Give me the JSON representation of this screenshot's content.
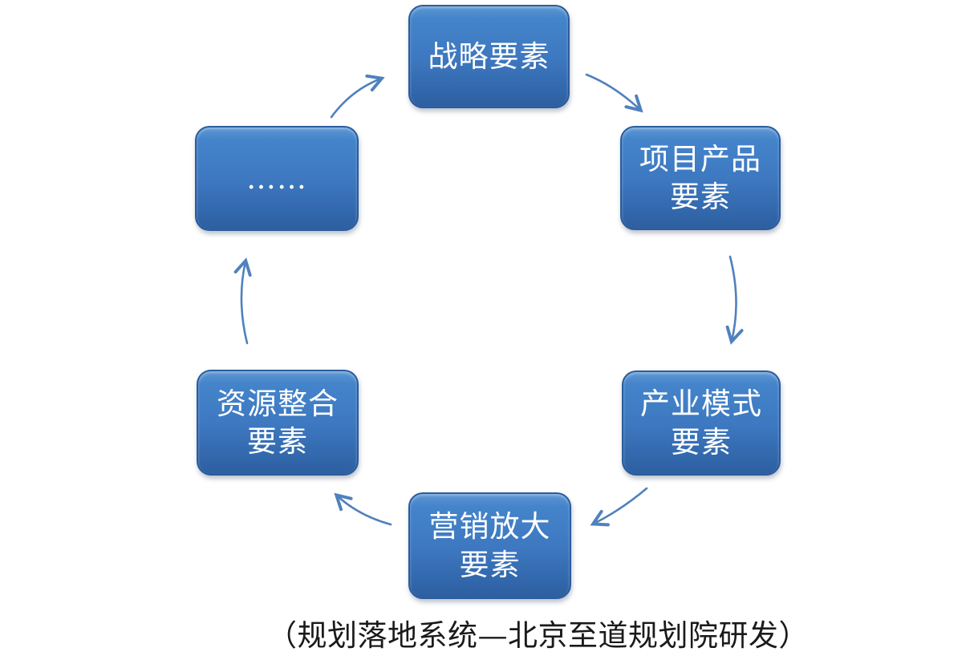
{
  "diagram": {
    "type": "cycle",
    "nodes": [
      {
        "id": "strategy",
        "label": "战略要素"
      },
      {
        "id": "project-product",
        "label": "项目产品\n要素"
      },
      {
        "id": "industry-model",
        "label": "产业模式\n要素"
      },
      {
        "id": "marketing-amplify",
        "label": "营销放大\n要素"
      },
      {
        "id": "resource-integration",
        "label": "资源整合\n要素"
      },
      {
        "id": "ellipsis",
        "label": "……"
      }
    ],
    "flow_order": [
      "战略要素",
      "项目产品要素",
      "产业模式要素",
      "营销放大要素",
      "资源整合要素",
      "……"
    ],
    "caption": "（规划落地系统—北京至道规划院研发）",
    "colors": {
      "node_fill_top": "#5d97d3",
      "node_fill_mid": "#3d78c0",
      "node_fill_bottom": "#2d5fa0",
      "node_border": "#2b5c9c",
      "node_text": "#ffffff",
      "arrow": "#4f81bd",
      "caption_text": "#1a1a1a",
      "background": "#ffffff"
    }
  }
}
